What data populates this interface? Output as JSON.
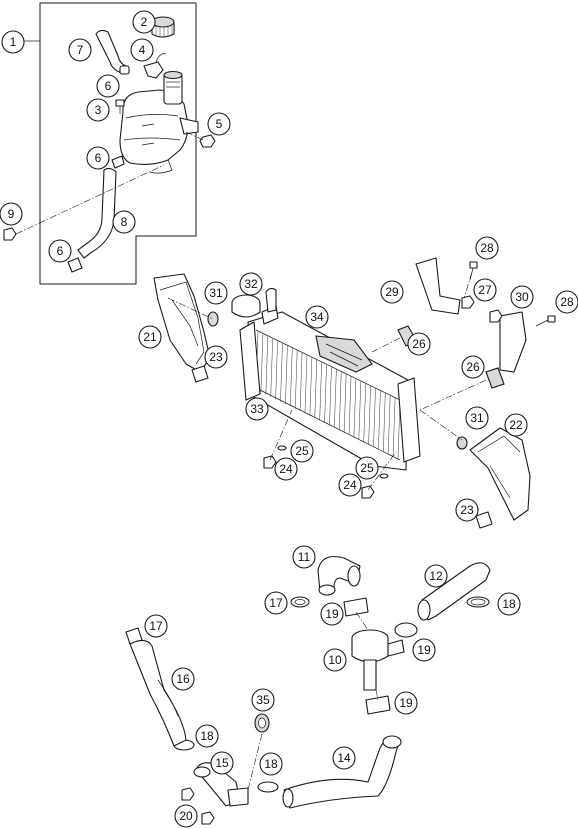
{
  "callouts": [
    "1",
    "2",
    "3",
    "4",
    "5",
    "6",
    "7",
    "8",
    "9",
    "10",
    "11",
    "12",
    "14",
    "15",
    "16",
    "17",
    "18",
    "19",
    "20",
    "21",
    "22",
    "23",
    "24",
    "25",
    "26",
    "27",
    "28",
    "29",
    "30",
    "31",
    "32",
    "33",
    "34",
    "35"
  ],
  "colors": {
    "line": "#1a1a1a",
    "fill": "#ffffff",
    "shade": "#d9d9d9"
  }
}
